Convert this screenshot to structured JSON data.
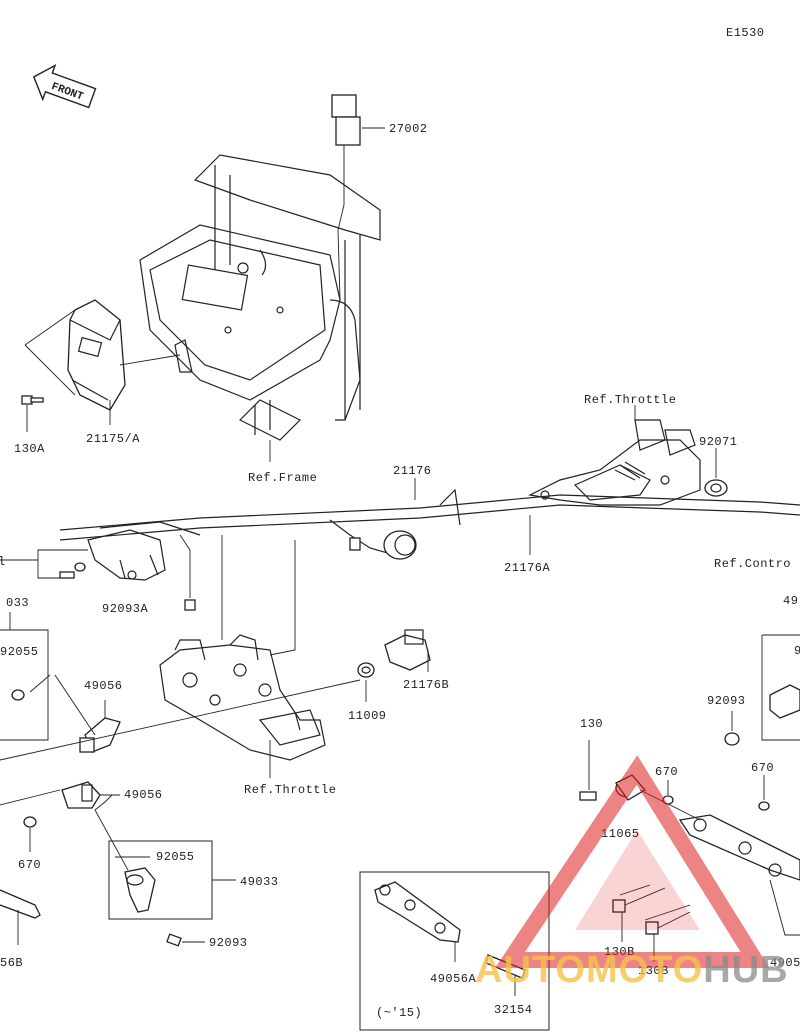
{
  "diagram_code": "E1530",
  "front_label": "FRONT",
  "labels": {
    "p27002": "27002",
    "p21175A": "21175/A",
    "p130A": "130A",
    "refFrame": "Ref.Frame",
    "refThrottleTop": "Ref.Throttle",
    "p92071": "92071",
    "p21176": "21176",
    "p21176A": "21176A",
    "refControl": "Ref.Contro",
    "p49_right": "49",
    "p92093A": "92093A",
    "p21176B": "21176B",
    "p11009": "11009",
    "refThrottleMid": "Ref.Throttle",
    "p033_left": "033",
    "p92055_left": "92055",
    "p49056_a": "49056",
    "p49056_b": "49056",
    "p670_left": "670",
    "p92055_mid": "92055",
    "p49033": "49033",
    "p92093_mid": "92093",
    "p56B": "56B",
    "p92093_right": "92093",
    "p130": "130",
    "p670_a": "670",
    "p670_b": "670",
    "p11065": "11065",
    "p130B_a": "130B",
    "p130B_b": "130B",
    "p4905": "4905",
    "p49056A": "49056A",
    "p32154": "32154",
    "range_note": "(~'15)",
    "p9_right": "9"
  },
  "watermark": {
    "text_a": "AUTOMOTO",
    "text_b": "HUB",
    "color_triangle": "#e02020",
    "color_text_a": "#f5c24a",
    "color_text_b": "#8a8a8a"
  }
}
